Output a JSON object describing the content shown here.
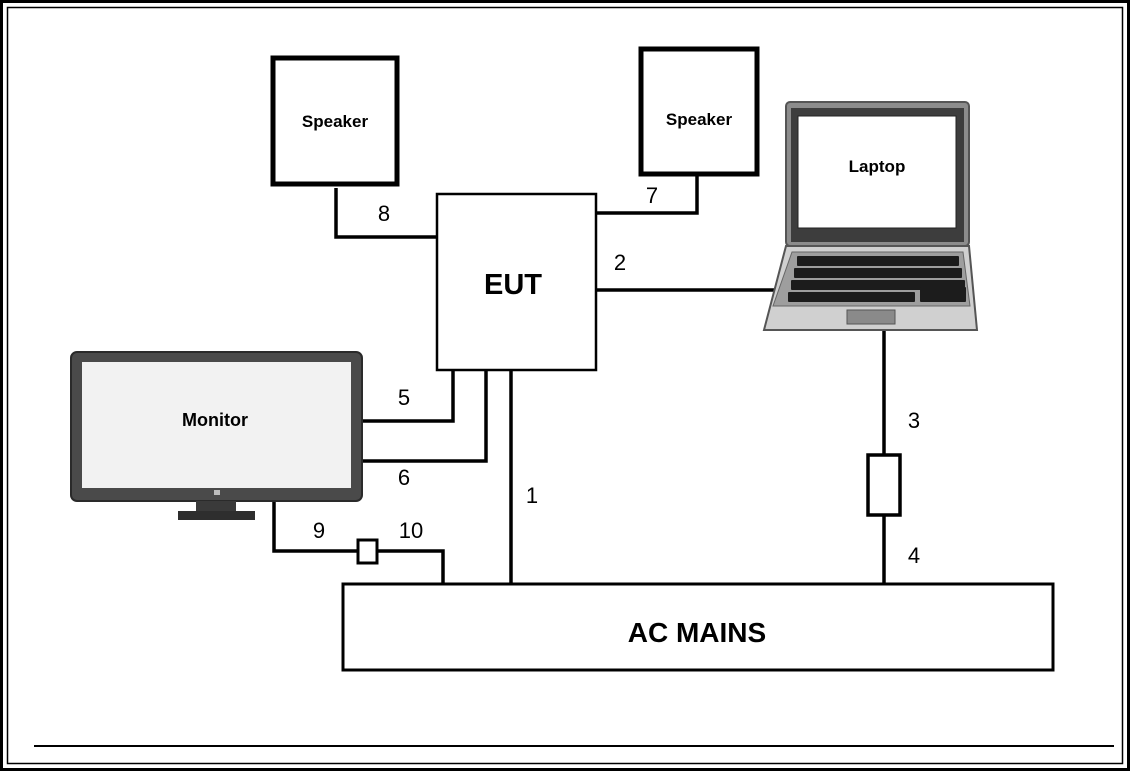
{
  "diagram": {
    "devices": {
      "speaker_left": "Speaker",
      "speaker_right": "Speaker",
      "laptop": "Laptop",
      "eut": "EUT",
      "monitor": "Monitor",
      "ac_mains": "AC MAINS"
    },
    "cables": {
      "c1": "1",
      "c2": "2",
      "c3": "3",
      "c4": "4",
      "c5": "5",
      "c6": "6",
      "c7": "7",
      "c8": "8",
      "c9": "9",
      "c10": "10"
    }
  }
}
